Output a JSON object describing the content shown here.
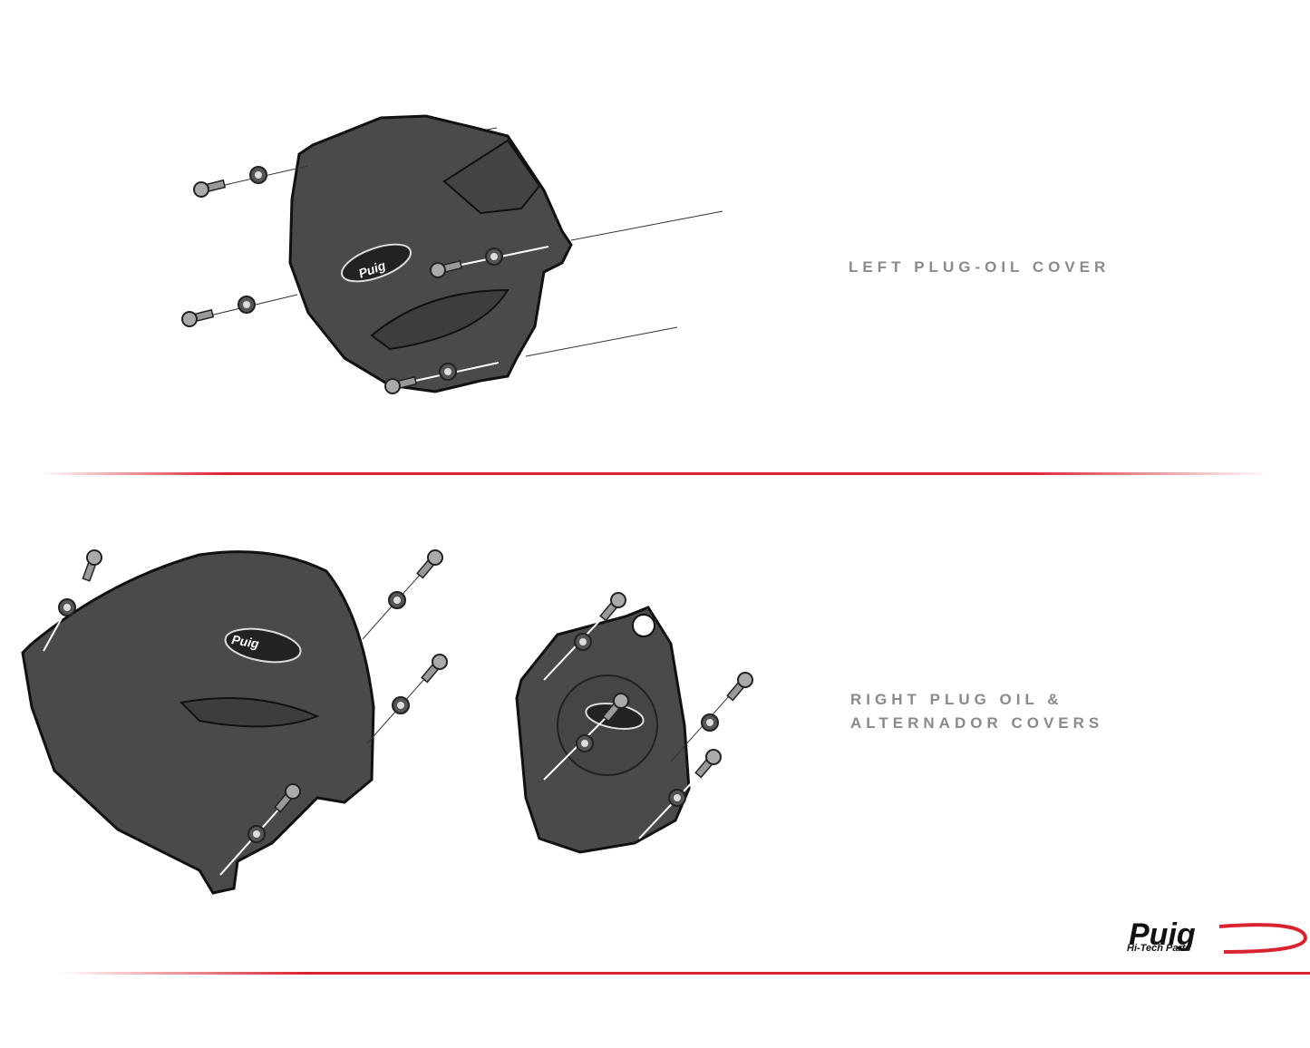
{
  "sections": [
    {
      "label_lines": [
        "LEFT PLUG-OIL COVER"
      ]
    },
    {
      "label_lines": [
        "RIGHT PLUG OIL &",
        "ALTERNADOR COVERS"
      ]
    }
  ],
  "brand": {
    "logo_text": "Puig",
    "tagline": "Hi-Tech Parts"
  },
  "colors": {
    "accent": "#d9232e",
    "part": "#4a4a4a",
    "text": "#8a8a8a"
  }
}
